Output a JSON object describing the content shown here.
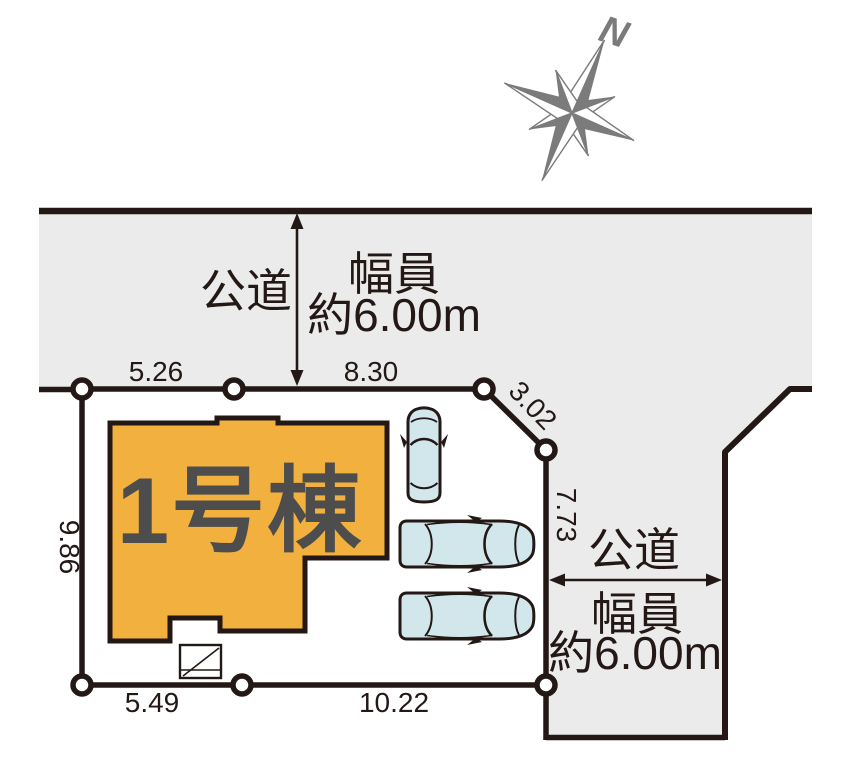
{
  "diagram": {
    "title_hint": "residential site plan",
    "north_label": "N",
    "building": {
      "label": "1号棟"
    },
    "top_road": {
      "name": "公道",
      "width_caption": "幅員",
      "width_value": "約6.00m"
    },
    "right_road": {
      "name": "公道",
      "width_caption": "幅員",
      "width_value": "約6.00m"
    },
    "boundary_dimensions": {
      "top_left": "5.26",
      "top_right": "8.30",
      "corner_chamfer": "3.02",
      "right_side": "7.73",
      "left_side": "9.86",
      "bottom_left": "5.49",
      "bottom_right": "10.22"
    },
    "parking": {
      "car_count": 3
    },
    "colors": {
      "road_gray": "#ebebeb",
      "line_black": "#231815",
      "building_orange": "#f2b13f",
      "building_text_gray": "#4d4d4d",
      "car_blue": "#d2e7ec",
      "compass_gray": "#7b7b7b",
      "plot_white": "#ffffff"
    }
  }
}
